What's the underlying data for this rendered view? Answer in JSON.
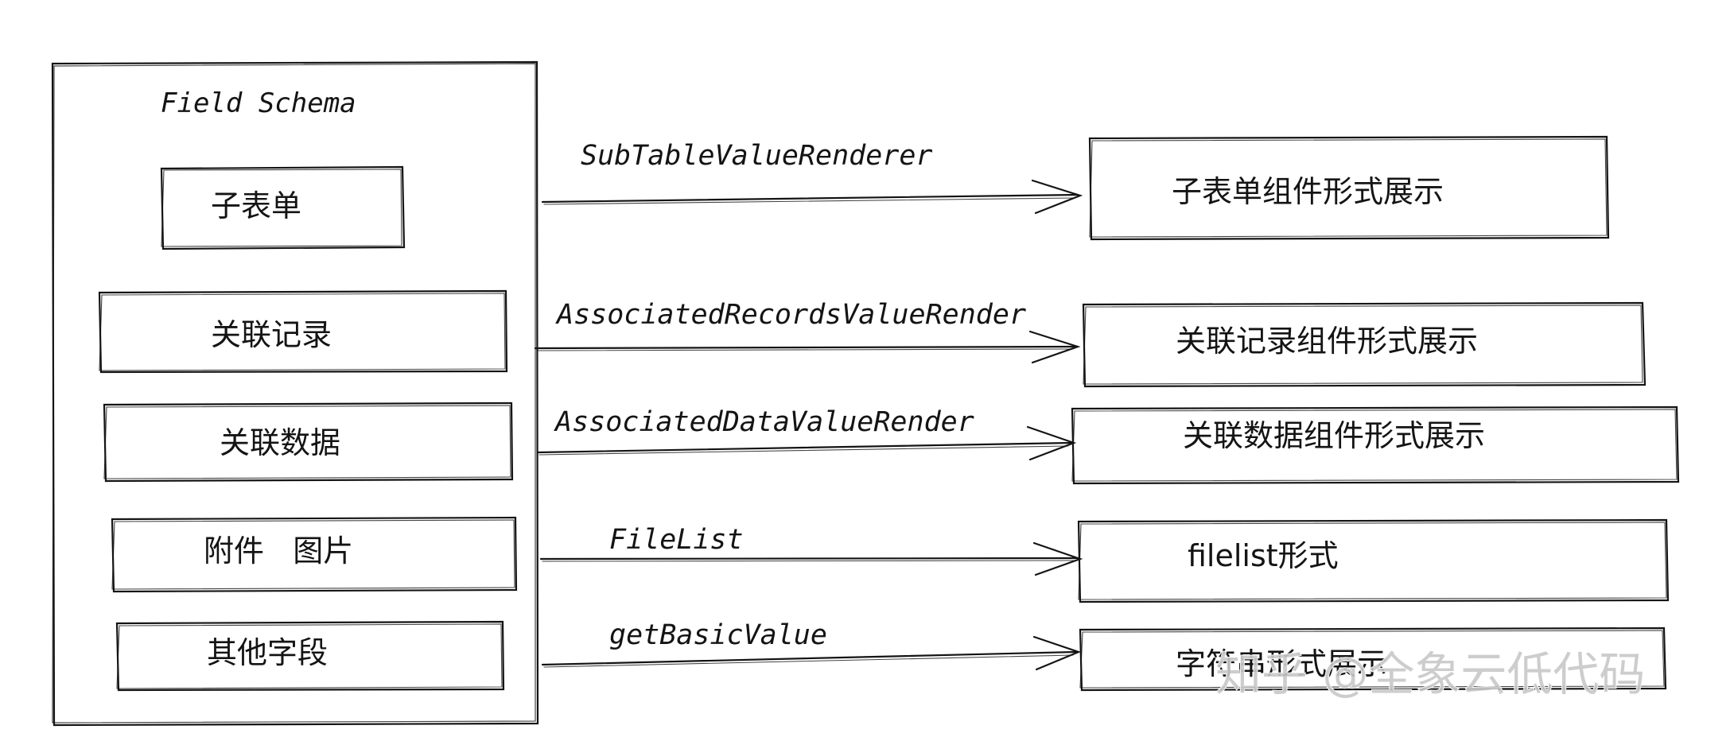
{
  "schema": {
    "title": "Field  Schema",
    "fields": [
      "子表单",
      "关联记录",
      "关联数据",
      "附件   图片",
      "其他字段"
    ]
  },
  "renderers": [
    "SubTableValueRenderer",
    "AssociatedRecordsValueRender",
    "AssociatedDataValueRender",
    "FileList",
    "getBasicValue"
  ],
  "outputs": [
    "子表单组件形式展示",
    "关联记录组件形式展示",
    "关联数据组件形式展示",
    "filelist形式",
    "字符串形式展示"
  ],
  "watermark": "知乎 @全象云低代码",
  "colors": {
    "stroke": "#141414",
    "watermark": "#c8c8c8"
  }
}
